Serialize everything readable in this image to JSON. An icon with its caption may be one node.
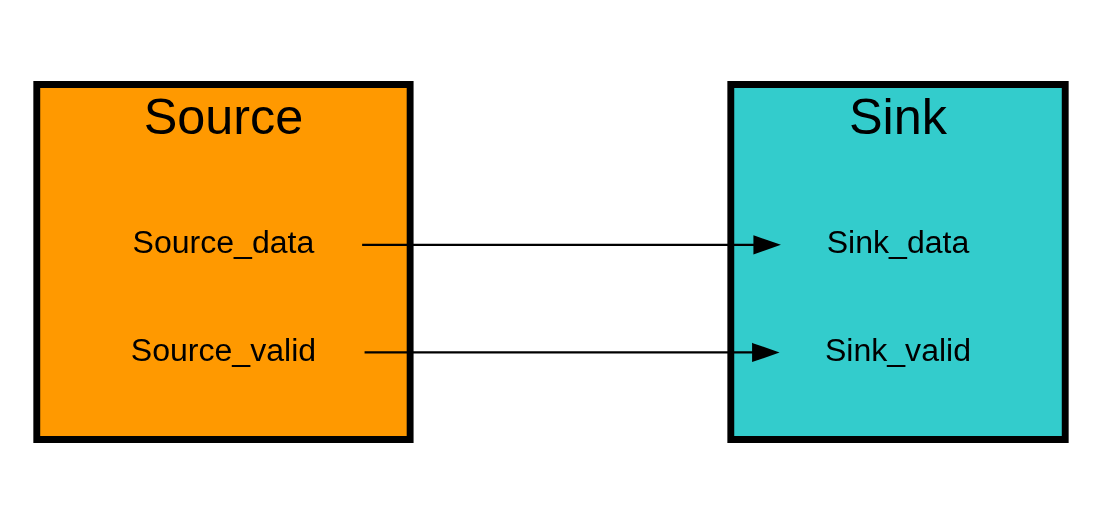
{
  "diagram": {
    "nodes": [
      {
        "text": [
          "Source"
        ]
      },
      {
        "text": [
          "Source_data"
        ],
        "in": 0
      },
      {
        "text": [
          "Source_valid"
        ],
        "in": 0
      },
      {
        "text": [
          "Sink"
        ]
      },
      {
        "text": [
          "Sink_data"
        ],
        "in": 3
      },
      {
        "text": [
          "Sink_valid"
        ],
        "in": 3
      }
    ],
    "edges": [
      {
        "from": 1,
        "to": 4,
        "arrow": "to"
      },
      {
        "from": 2,
        "to": 5,
        "arrow": "to"
      }
    ]
  }
}
